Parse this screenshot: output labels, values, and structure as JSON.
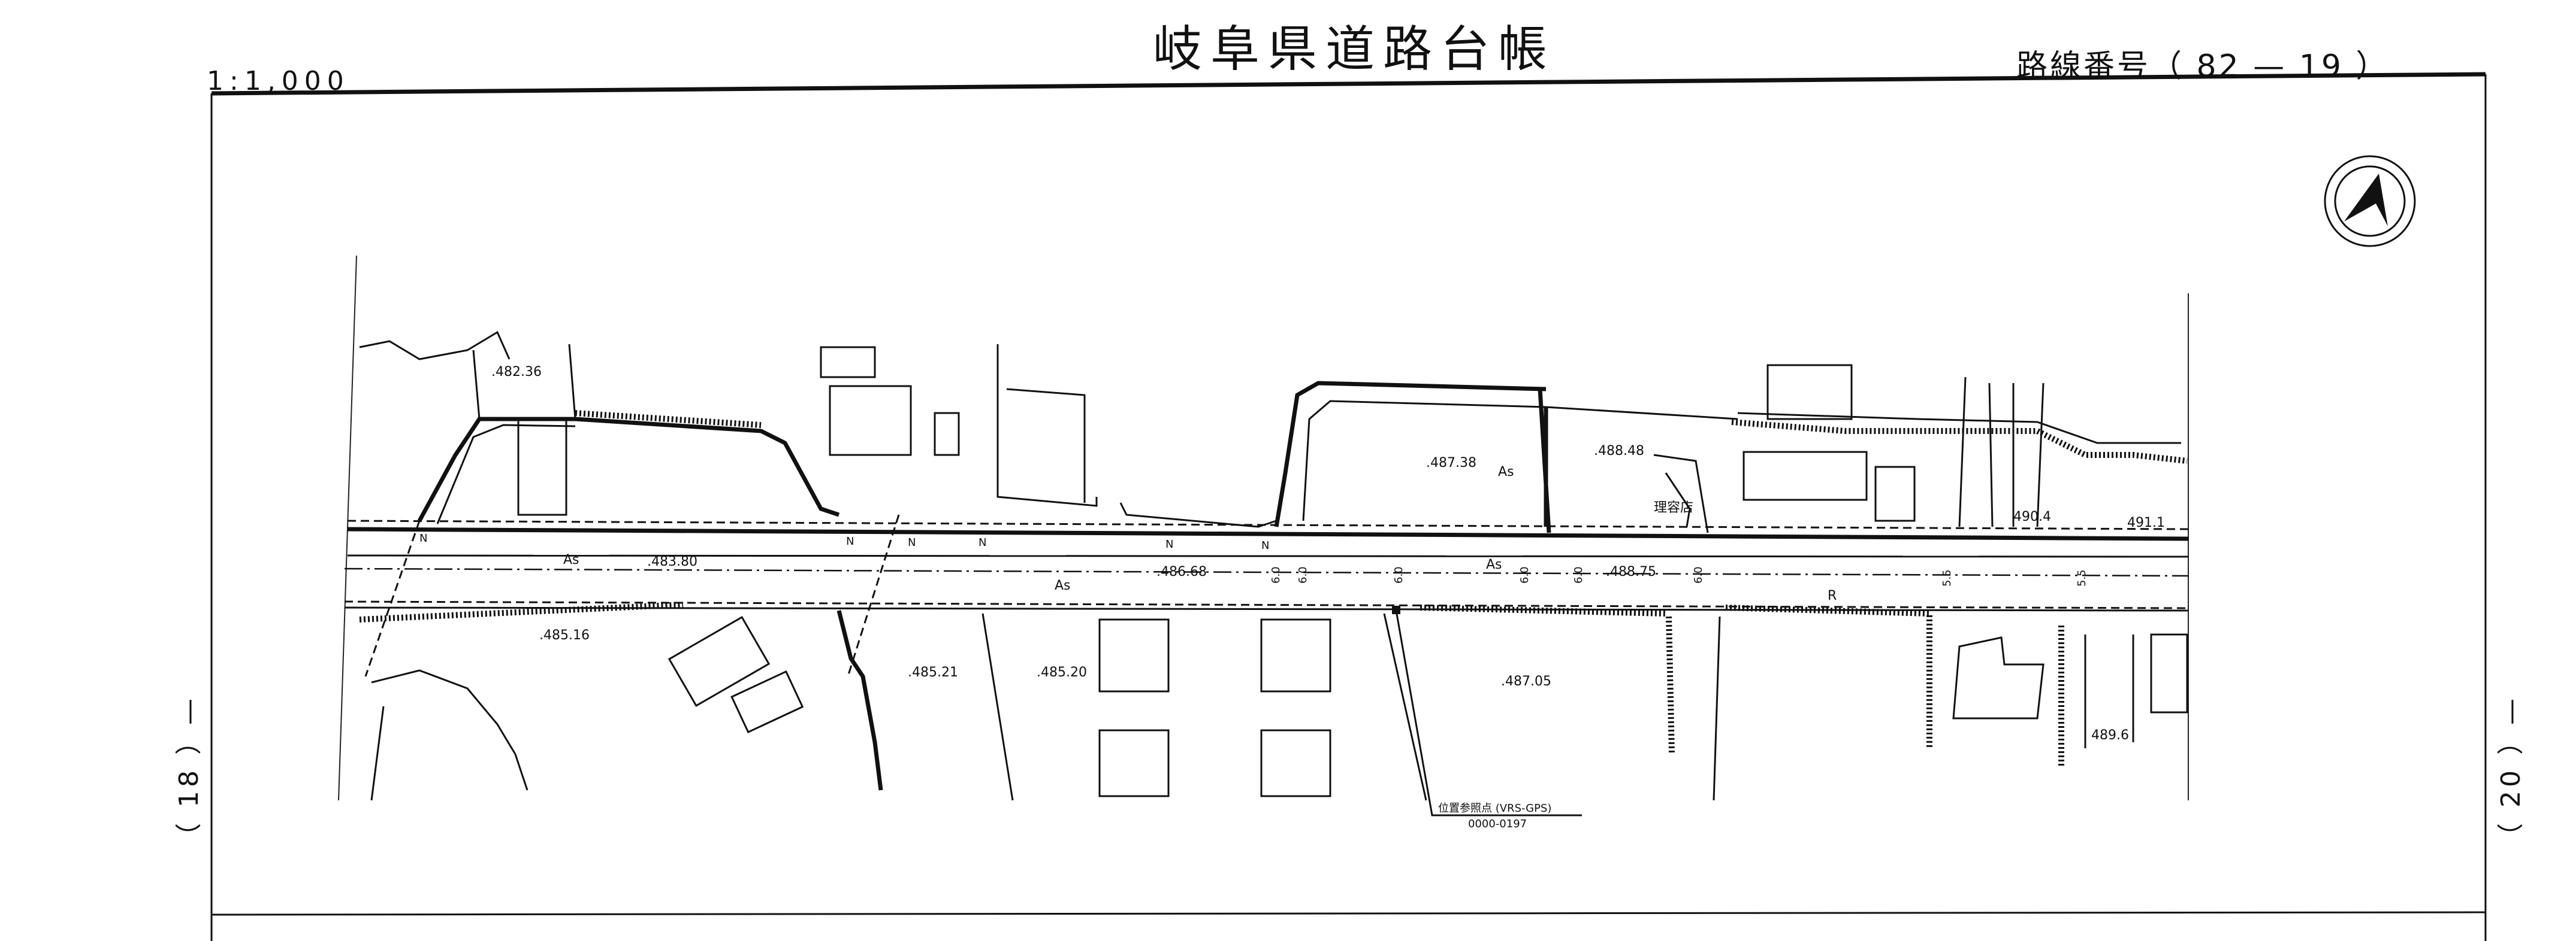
{
  "header": {
    "title": "岐阜県道路台帳",
    "scale": "1:1,000",
    "route_number": "路線番号（ 82 — 19 ）"
  },
  "sheet_refs": {
    "left": "（ 18 ）—",
    "right": "（ 20 ）—"
  },
  "map": {
    "elevations": [
      ".482.36",
      ".483.80",
      ".486.68",
      ".487.38",
      ".488.48",
      ".488.75",
      "490.4",
      "491.1",
      ".485.16",
      ".485.21",
      ".485.20",
      ".487.05",
      "489.6"
    ],
    "surface_labels": [
      "As",
      "As",
      "As",
      "As",
      "R"
    ],
    "shop_label": "理容店",
    "n_labels": [
      "N",
      "N",
      "N",
      "N",
      "N",
      "N"
    ],
    "width_labels": [
      "6.0",
      "6.0",
      "6.0",
      "6.0",
      "6.0",
      "6.0",
      "5.5",
      "5.5"
    ],
    "reference_point": {
      "label": "位置参照点 (VRS-GPS)",
      "code": "0000-0197"
    }
  },
  "icons": {
    "north_arrow": "north-arrow-icon"
  }
}
